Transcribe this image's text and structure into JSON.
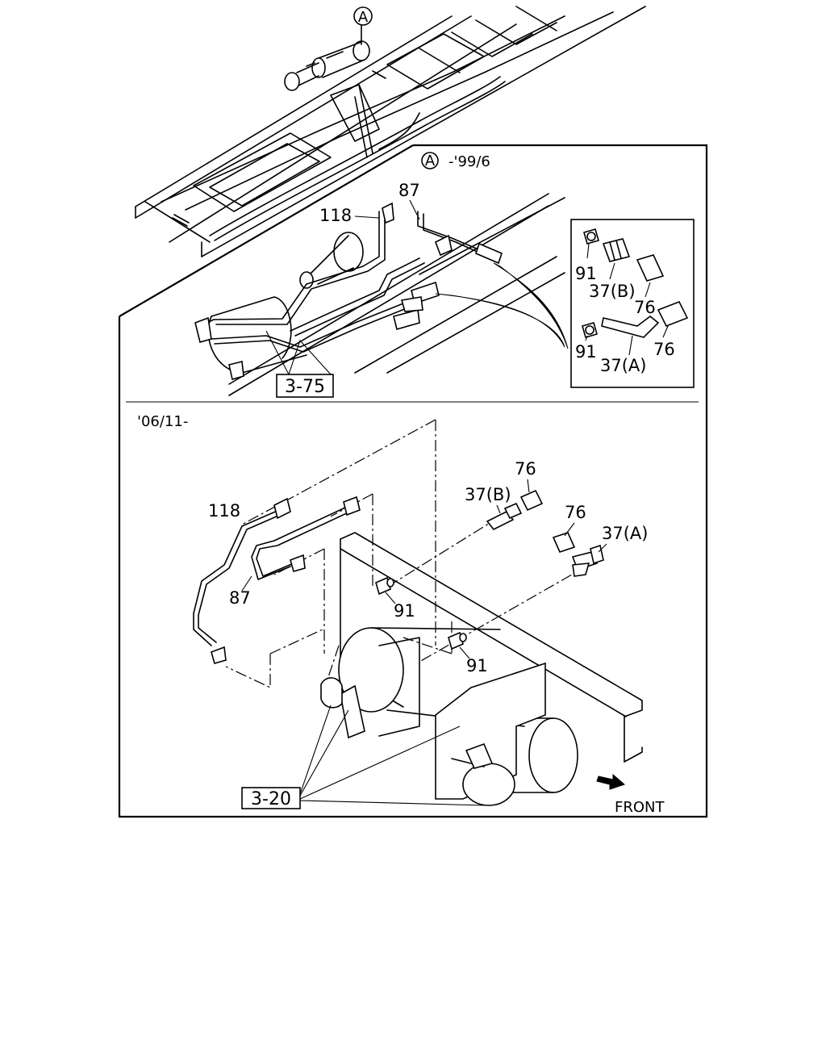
{
  "top_callout": {
    "marker": "A"
  },
  "section_a": {
    "marker": "A",
    "date_range": "-'99/6",
    "labels": {
      "p118": "118",
      "p87": "87",
      "ref": "3-75"
    },
    "inset": {
      "p91_top": "91",
      "p37b": "37(B)",
      "p76_top": "76",
      "p91_bottom": "91",
      "p76_bottom": "76",
      "p37a": "37(A)"
    }
  },
  "section_b": {
    "date_range": "'06/11-",
    "labels": {
      "p118": "118",
      "p87": "87",
      "p76_a": "76",
      "p37b": "37(B)",
      "p76_b": "76",
      "p37a": "37(A)",
      "p91_a": "91",
      "p91_b": "91",
      "ref": "3-20",
      "front": "FRONT"
    }
  }
}
